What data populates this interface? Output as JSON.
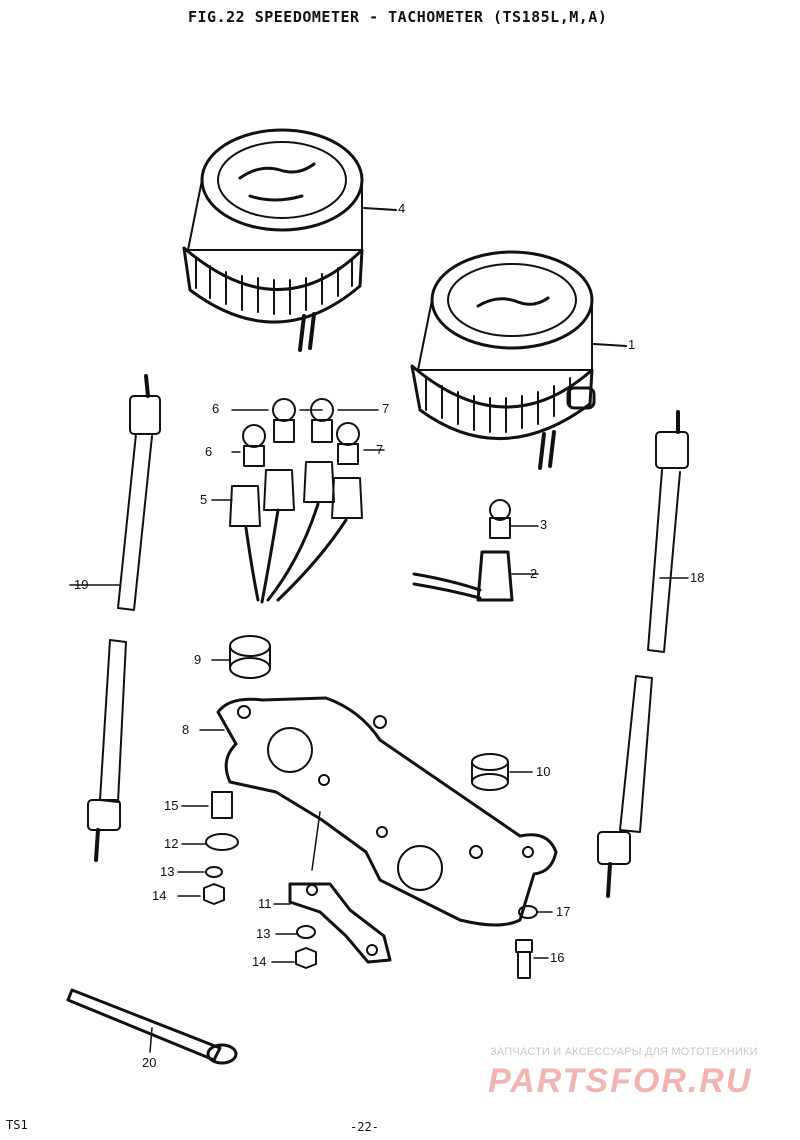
{
  "title": "FIG.22 SPEEDOMETER - TACHOMETER (TS185L,M,A)",
  "callouts": {
    "c1": "1",
    "c2": "2",
    "c3": "3",
    "c4": "4",
    "c5": "5",
    "c6a": "6",
    "c6b": "6",
    "c7a": "7",
    "c7b": "7",
    "c8": "8",
    "c9": "9",
    "c10": "10",
    "c11": "11",
    "c12": "12",
    "c13a": "13",
    "c13b": "13",
    "c14a": "14",
    "c14b": "14",
    "c15": "15",
    "c16": "16",
    "c17": "17",
    "c18": "18",
    "c19": "19",
    "c20": "20"
  },
  "watermark": {
    "tagline": "ЗАПЧАСТИ И АКСЕССУАРЫ ДЛЯ МОТОТЕХНИКИ",
    "logo": "PARTSFOR.RU",
    "color": "#f2b3b3"
  },
  "footer": {
    "left": "TS1",
    "page": "-22-"
  }
}
